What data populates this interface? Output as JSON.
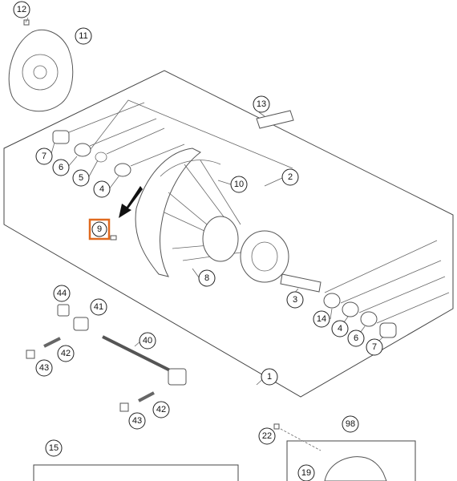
{
  "diagram": {
    "highlight_color": "#e06a1f",
    "callouts": [
      {
        "id": "c12",
        "label": "12",
        "highlight": false
      },
      {
        "id": "c11",
        "label": "11",
        "highlight": false
      },
      {
        "id": "c13",
        "label": "13",
        "highlight": false
      },
      {
        "id": "c2",
        "label": "2",
        "highlight": false
      },
      {
        "id": "c7a",
        "label": "7",
        "highlight": false
      },
      {
        "id": "c6a",
        "label": "6",
        "highlight": false
      },
      {
        "id": "c5",
        "label": "5",
        "highlight": false
      },
      {
        "id": "c4a",
        "label": "4",
        "highlight": false
      },
      {
        "id": "c10",
        "label": "10",
        "highlight": false
      },
      {
        "id": "c9",
        "label": "9",
        "highlight": true
      },
      {
        "id": "c8",
        "label": "8",
        "highlight": false
      },
      {
        "id": "c3",
        "label": "3",
        "highlight": false
      },
      {
        "id": "c14",
        "label": "14",
        "highlight": false
      },
      {
        "id": "c4b",
        "label": "4",
        "highlight": false
      },
      {
        "id": "c6b",
        "label": "6",
        "highlight": false
      },
      {
        "id": "c7b",
        "label": "7",
        "highlight": false
      },
      {
        "id": "c44",
        "label": "44",
        "highlight": false
      },
      {
        "id": "c41",
        "label": "41",
        "highlight": false
      },
      {
        "id": "c40",
        "label": "40",
        "highlight": false
      },
      {
        "id": "c42a",
        "label": "42",
        "highlight": false
      },
      {
        "id": "c43a",
        "label": "43",
        "highlight": false
      },
      {
        "id": "c1",
        "label": "1",
        "highlight": false
      },
      {
        "id": "c43b",
        "label": "43",
        "highlight": false
      },
      {
        "id": "c42b",
        "label": "42",
        "highlight": false
      },
      {
        "id": "c98",
        "label": "98",
        "highlight": false
      },
      {
        "id": "c22",
        "label": "22",
        "highlight": false
      },
      {
        "id": "c15",
        "label": "15",
        "highlight": false
      },
      {
        "id": "c19",
        "label": "19",
        "highlight": false
      }
    ]
  }
}
